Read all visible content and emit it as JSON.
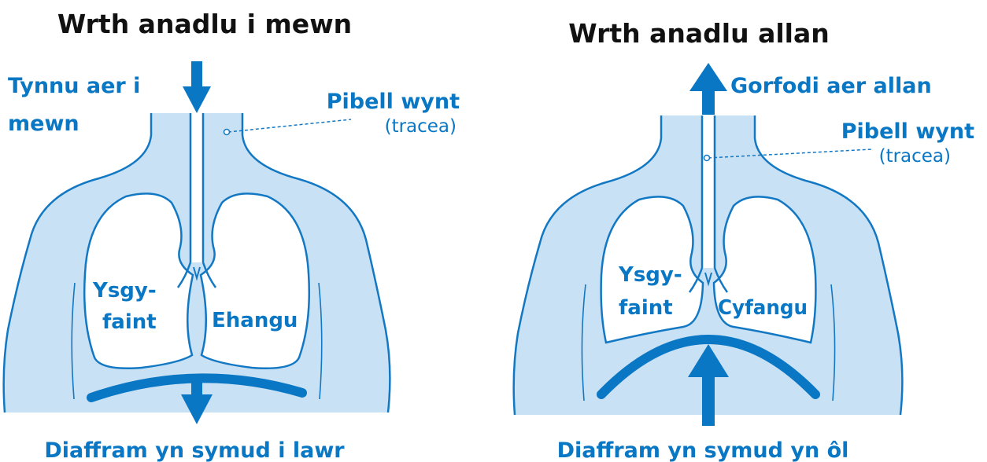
{
  "colors": {
    "accent": "#0a77c4",
    "body_fill": "#c9e1f4",
    "stroke": "#1378c3",
    "title": "#111111"
  },
  "panels": [
    {
      "id": "inhale",
      "title": "Wrth anadlu i mewn",
      "air_label_line1": "Tynnu aer i",
      "air_label_line2": "mewn",
      "trachea_label": "Pibell wynt",
      "trachea_sublabel": "(tracea)",
      "lung_label_line1": "Ysgy-",
      "lung_label_line2": "faint",
      "state_label": "Ehangu",
      "diaphragm_label": "Diaffram yn symud i lawr",
      "air_arrow": "arrow-down-icon",
      "diaphragm_arrow": "arrow-down-icon"
    },
    {
      "id": "exhale",
      "title": "Wrth anadlu allan",
      "air_label_line1": "Gorfodi aer allan",
      "trachea_label": "Pibell wynt",
      "trachea_sublabel": "(tracea)",
      "lung_label_line1": "Ysgy-",
      "lung_label_line2": "faint",
      "state_label": "Cyfangu",
      "diaphragm_label": "Diaffram yn symud yn ôl",
      "air_arrow": "arrow-up-icon",
      "diaphragm_arrow": "arrow-up-icon"
    }
  ]
}
